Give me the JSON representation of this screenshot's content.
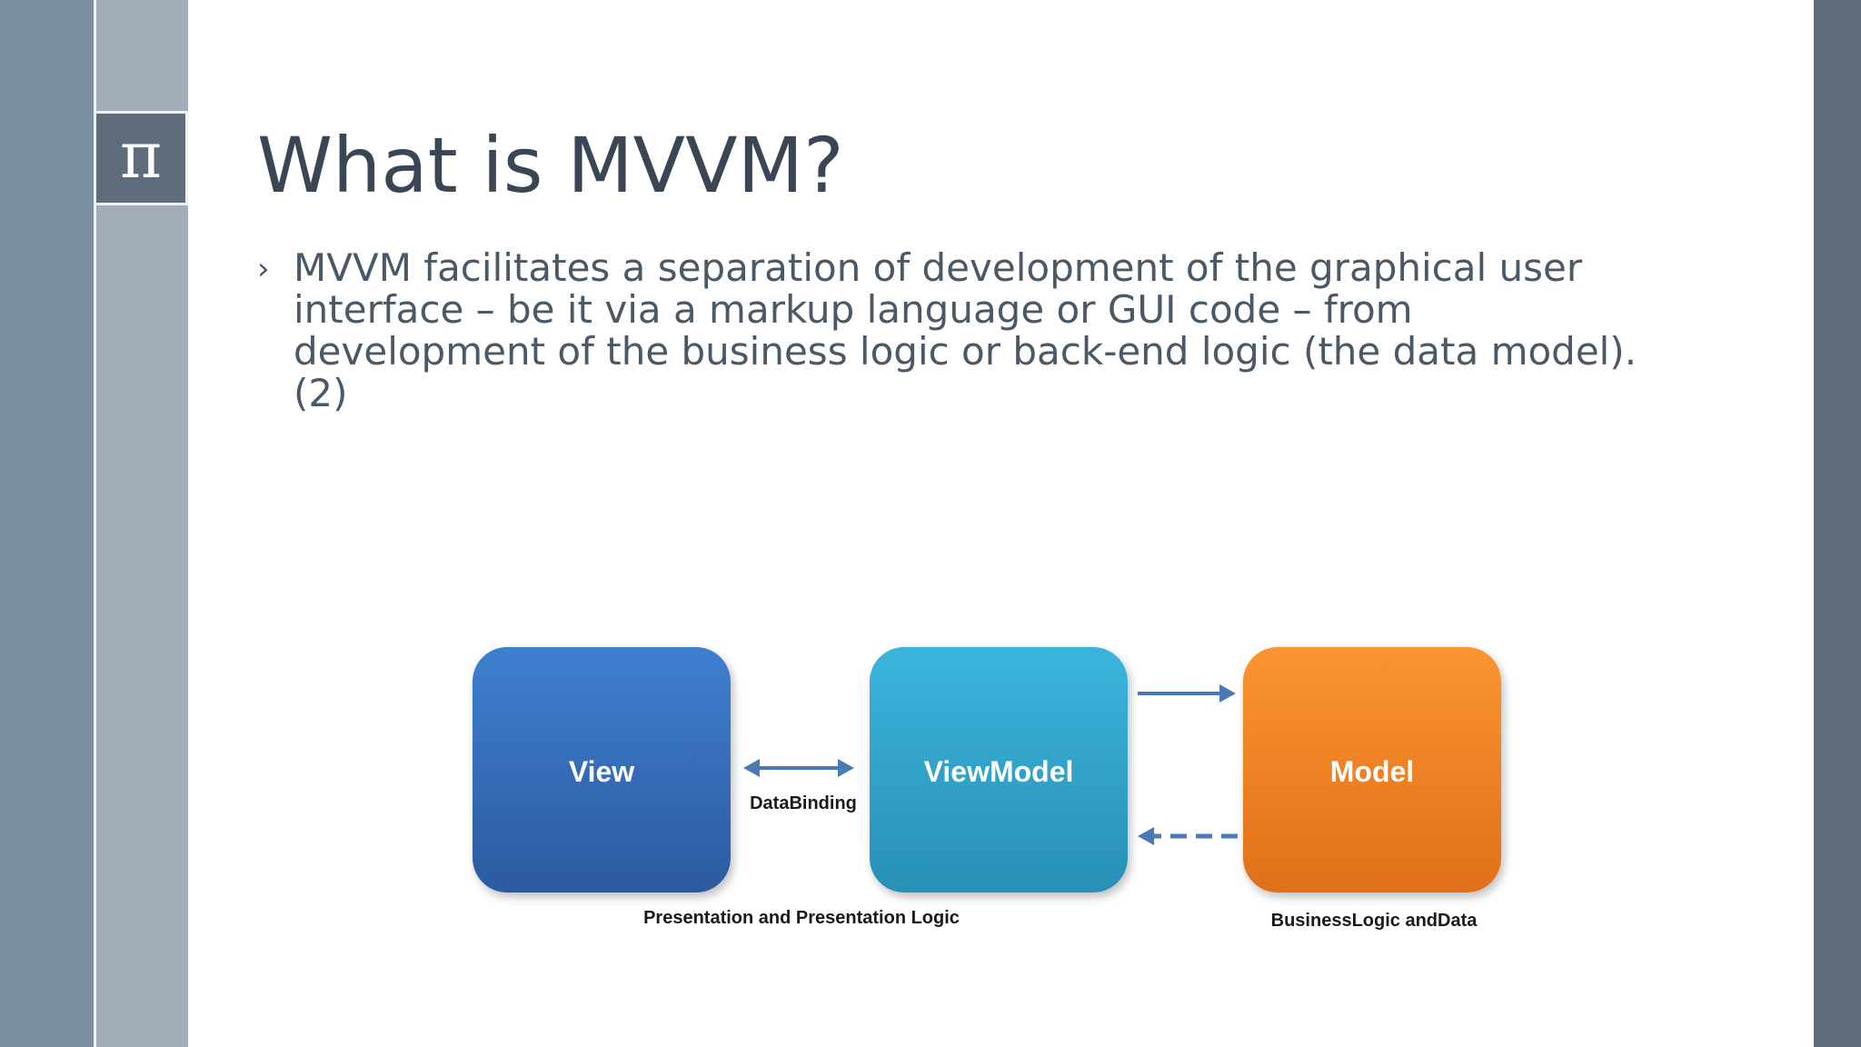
{
  "slide": {
    "logo_symbol": "π",
    "title": "What is MVVM?",
    "bullets": [
      {
        "marker": "›",
        "text": "MVVM facilitates a separation of development of the graphical user interface – be it via a markup language or GUI code – from development of the business logic or back-end logic (the data model).(2)"
      }
    ]
  },
  "diagram": {
    "nodes": [
      {
        "id": "view",
        "label": "View",
        "color_top": "#3f7fd0",
        "color_bottom": "#2c5aa0"
      },
      {
        "id": "viewmodel",
        "label": "ViewModel",
        "color_top": "#3bb5dd",
        "color_bottom": "#2a8fb5"
      },
      {
        "id": "model",
        "label": "Model",
        "color_top": "#fb9430",
        "color_bottom": "#e0701a"
      }
    ],
    "edges": [
      {
        "from": "view",
        "to": "viewmodel",
        "style": "solid",
        "direction": "both",
        "label": "DataBinding"
      },
      {
        "from": "viewmodel",
        "to": "model",
        "style": "solid",
        "direction": "forward",
        "label": ""
      },
      {
        "from": "model",
        "to": "viewmodel",
        "style": "dashed",
        "direction": "forward",
        "label": ""
      }
    ],
    "captions": {
      "left": "Presentation and Presentation Logic",
      "right": "BusinessLogic andData"
    },
    "arrow_color": "#4a7ab5"
  }
}
